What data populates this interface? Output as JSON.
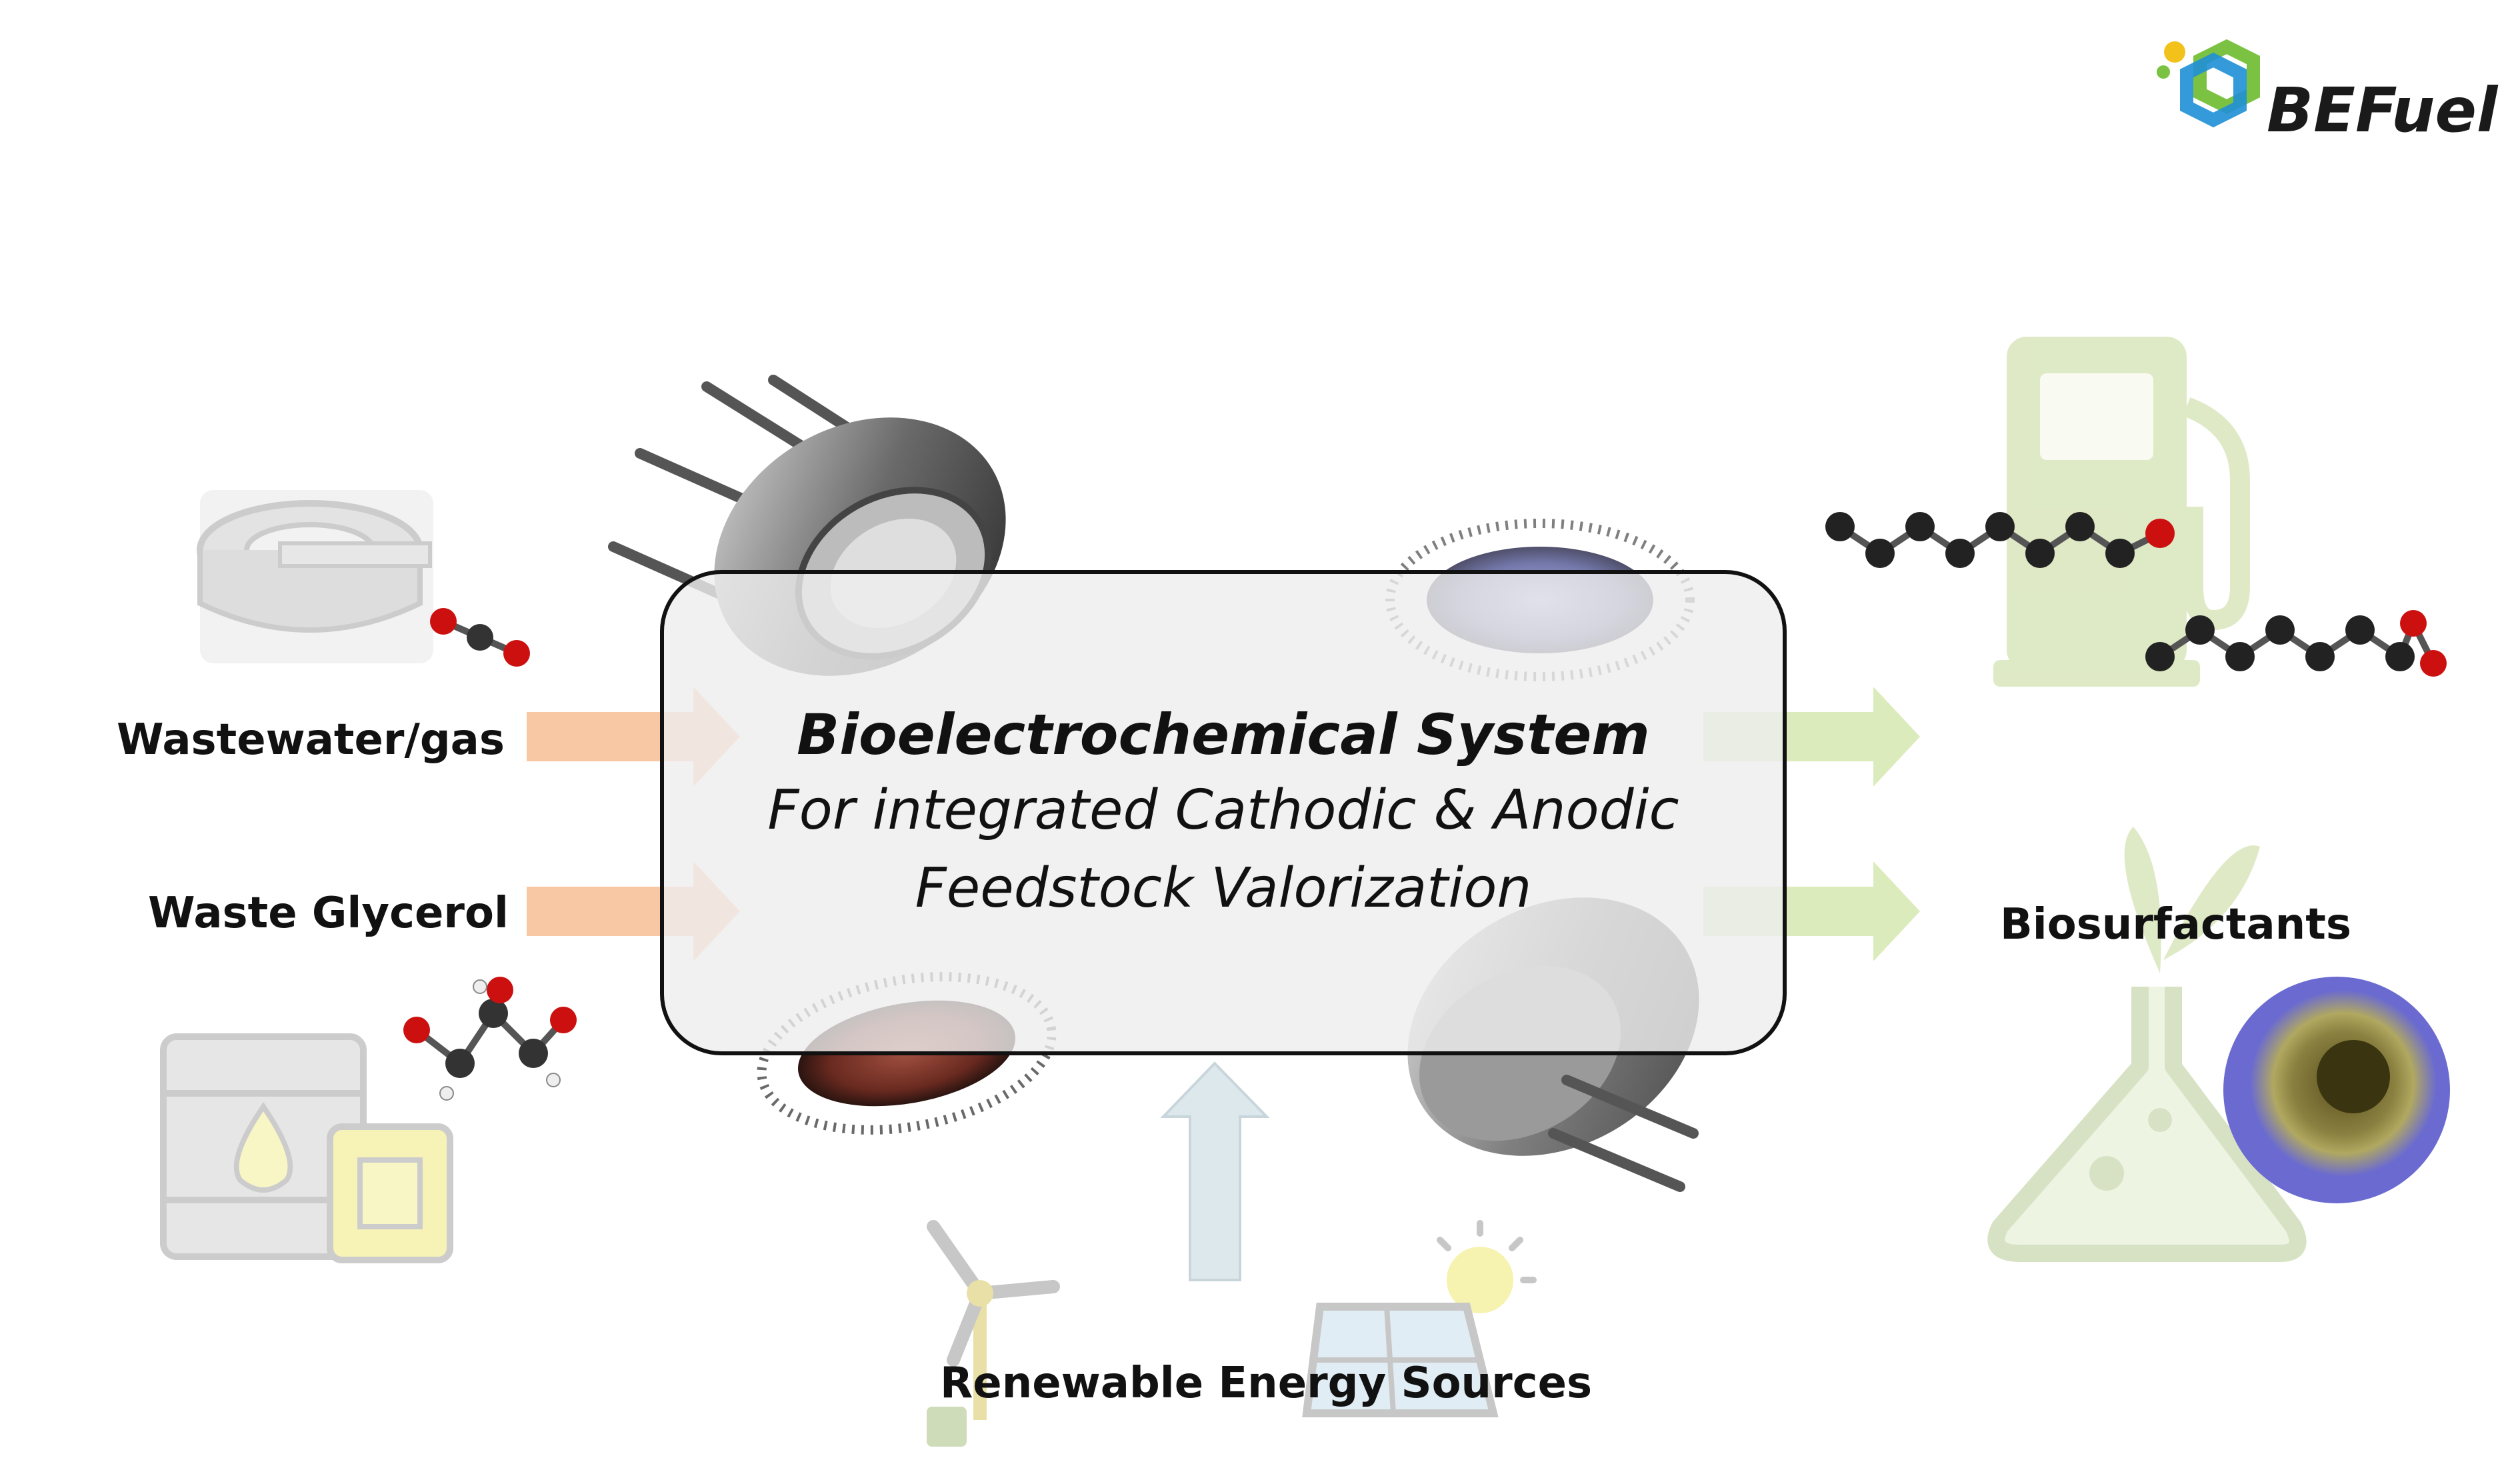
{
  "logo": {
    "text": "BEFuel",
    "colors": [
      "#1f8fd6",
      "#7cc242",
      "#f2c21b"
    ]
  },
  "center": {
    "title": "Bioelectrochemical System",
    "subtitle_line1": "For integrated Cathodic & Anodic",
    "subtitle_line2": "Feedstock Valorization"
  },
  "inputs": [
    {
      "label": "Wastewater/gas",
      "icon": "wastewater-tank-icon"
    },
    {
      "label": "Waste Glycerol",
      "icon": "oil-barrel-canister-icon"
    }
  ],
  "outputs": [
    {
      "label": "",
      "icon": "fuel-pump-icon"
    },
    {
      "label": "Biosurfactants",
      "icon": "flask-icon"
    }
  ],
  "energy": {
    "label": "Renewable Energy Sources",
    "icons": [
      "wind-turbine-icon",
      "solar-panel-icon"
    ]
  },
  "colors": {
    "input_arrow": "#f8c8a4",
    "output_arrow": "#dcebbc",
    "energy_arrow": "#dde8ec",
    "box_fill": "#eeeeee",
    "box_border": "#111111"
  }
}
